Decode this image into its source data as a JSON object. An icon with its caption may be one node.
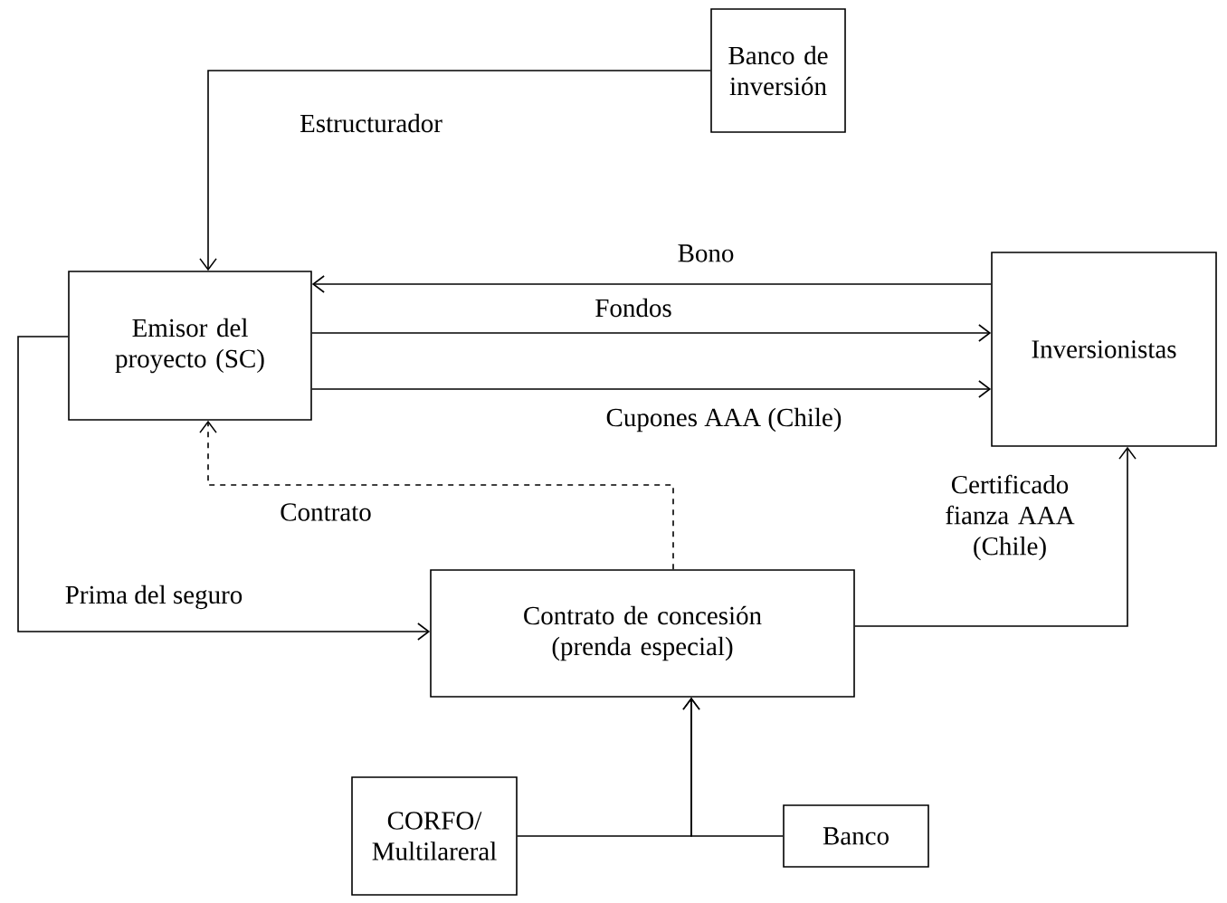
{
  "diagram": {
    "nodes": [
      {
        "text": [
          "Banco de inversión"
        ]
      },
      {
        "text": [
          "Emisor del proyecto (SC)"
        ]
      },
      {
        "text": [
          "Inversionistas"
        ]
      },
      {
        "text": [
          "Contrato de concesión (prenda especial)"
        ]
      },
      {
        "text": [
          "CORFO/ Multilareral"
        ]
      },
      {
        "text": [
          "Banco"
        ]
      }
    ],
    "edges": [
      {
        "from": 0,
        "to": 1,
        "arrow": "to",
        "label": "Estructurador"
      },
      {
        "from": 2,
        "to": 1,
        "arrow": "to",
        "label": "Bono"
      },
      {
        "from": 1,
        "to": 2,
        "arrow": "to",
        "label": "Fondos"
      },
      {
        "from": 1,
        "to": 2,
        "arrow": "to",
        "label": "Cupones AAA (Chile)"
      },
      {
        "from": 3,
        "to": 1,
        "arrow": "to",
        "label": "Contrato",
        "style": "dashed"
      },
      {
        "from": 1,
        "to": 3,
        "arrow": "to",
        "label": "Prima del seguro"
      },
      {
        "from": 3,
        "to": 2,
        "arrow": "to",
        "label": "Certificado fianza AAA (Chile)"
      },
      {
        "from": 4,
        "to": 3,
        "arrow": "to"
      },
      {
        "from": 5,
        "to": 3,
        "arrow": "to"
      }
    ]
  }
}
